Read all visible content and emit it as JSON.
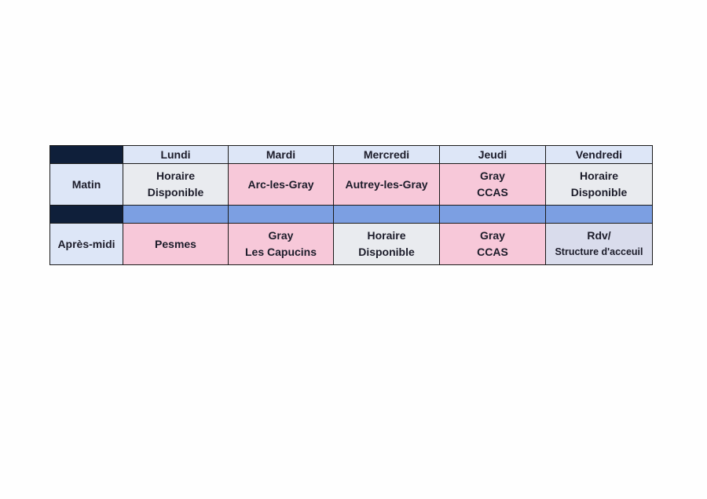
{
  "schedule": {
    "days": [
      "Lundi",
      "Mardi",
      "Mercredi",
      "Jeudi",
      "Vendredi"
    ],
    "rows": {
      "morning": {
        "label": "Matin",
        "cells": [
          [
            "Horaire",
            "Disponible"
          ],
          [
            "Arc-les-Gray"
          ],
          [
            "Autrey-les-Gray"
          ],
          [
            "Gray",
            "CCAS"
          ],
          [
            "Horaire",
            "Disponible"
          ]
        ]
      },
      "afternoon": {
        "label": "Après-midi",
        "cells": [
          [
            "Pesmes"
          ],
          [
            "Gray",
            "Les Capucins"
          ],
          [
            "Horaire",
            "Disponible"
          ],
          [
            "Gray",
            "CCAS"
          ],
          [
            "Rdv/",
            "Structure d'acceuil"
          ]
        ]
      }
    }
  },
  "colors": {
    "header_bg": "#dde6f7",
    "corner_bg": "#0f1f3a",
    "pink": "#f7c8d9",
    "grey": "#e9ebef",
    "spacer": "#7c9fe2"
  }
}
